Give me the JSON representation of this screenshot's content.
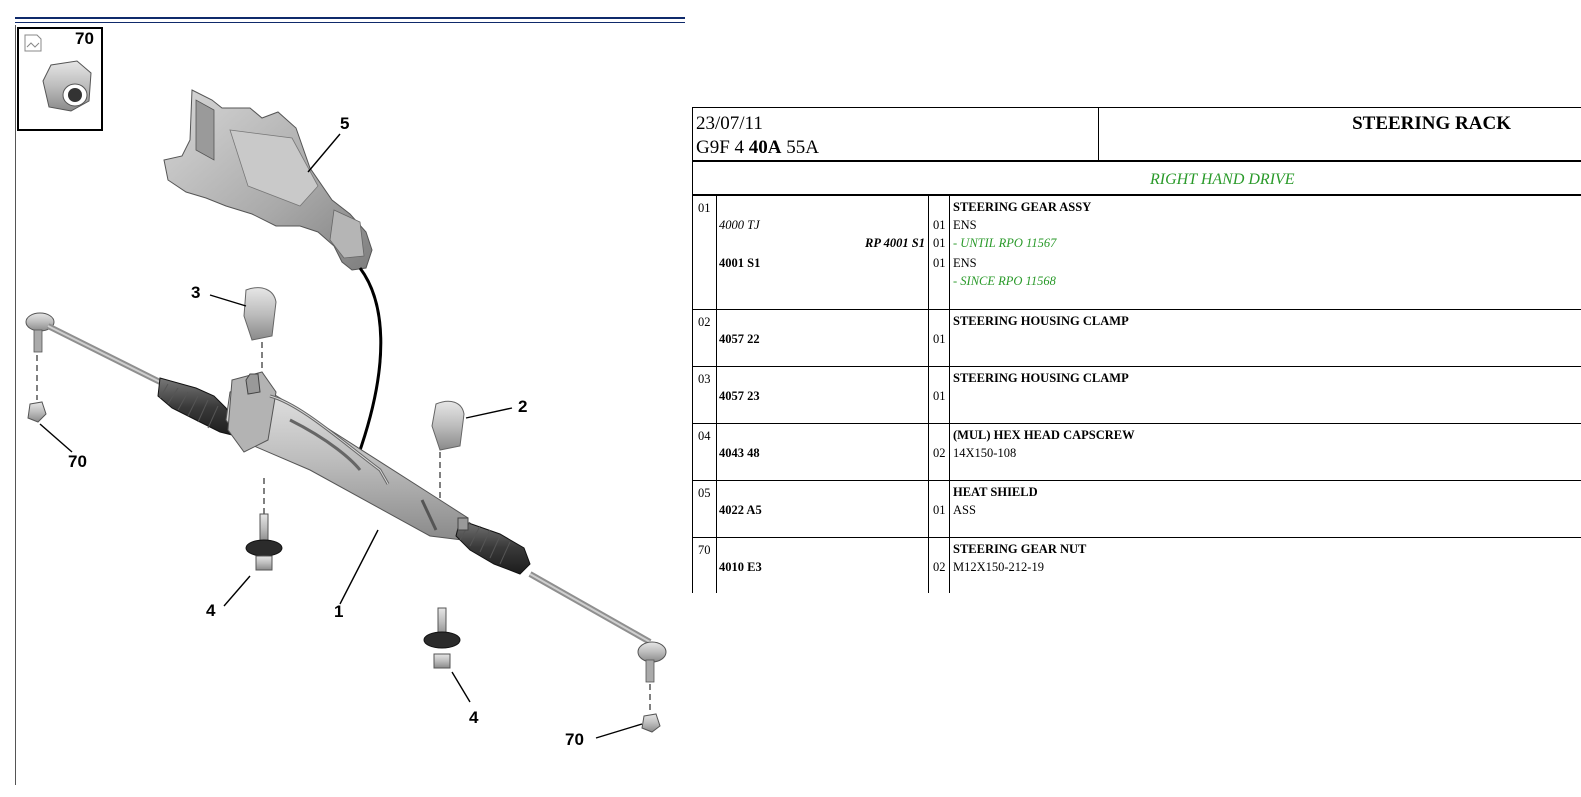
{
  "diagram": {
    "inset_callout": "70",
    "callouts": [
      "5",
      "3",
      "2",
      "70",
      "1",
      "4",
      "4",
      "70"
    ],
    "icon": "image-icon"
  },
  "header": {
    "date": "23/07/11",
    "code_prefix": "G9F 4 ",
    "code_bold": "40A",
    "code_suffix": " 55A",
    "title": "STEERING RACK",
    "drive": "RIGHT HAND DRIVE"
  },
  "parts": [
    {
      "pos": "01",
      "name": "STEERING GEAR ASSY",
      "lines": [
        {
          "ref": "4000 TJ",
          "qty": "01",
          "desc": "ENS"
        },
        {
          "ref": "RP 4001 S1",
          "qty": "01",
          "desc": "- UNTIL RPO 11567"
        },
        {
          "ref": "4001 S1",
          "qty": "01",
          "desc": "ENS"
        },
        {
          "ref": "",
          "qty": "",
          "desc": "- SINCE RPO 11568"
        }
      ]
    },
    {
      "pos": "02",
      "name": "STEERING HOUSING CLAMP",
      "ref": "4057 22",
      "qty": "01",
      "detail": ""
    },
    {
      "pos": "03",
      "name": "STEERING HOUSING CLAMP",
      "ref": "4057 23",
      "qty": "01",
      "detail": ""
    },
    {
      "pos": "04",
      "name": "(MUL) HEX HEAD CAPSCREW",
      "ref": "4043 48",
      "qty": "02",
      "detail": "14X150-108"
    },
    {
      "pos": "05",
      "name": "HEAT SHIELD",
      "ref": "4022 A5",
      "qty": "01",
      "detail": "ASS"
    },
    {
      "pos": "70",
      "name": "STEERING GEAR NUT",
      "ref": "4010 E3",
      "qty": "02",
      "detail": "M12X150-212-19"
    }
  ]
}
